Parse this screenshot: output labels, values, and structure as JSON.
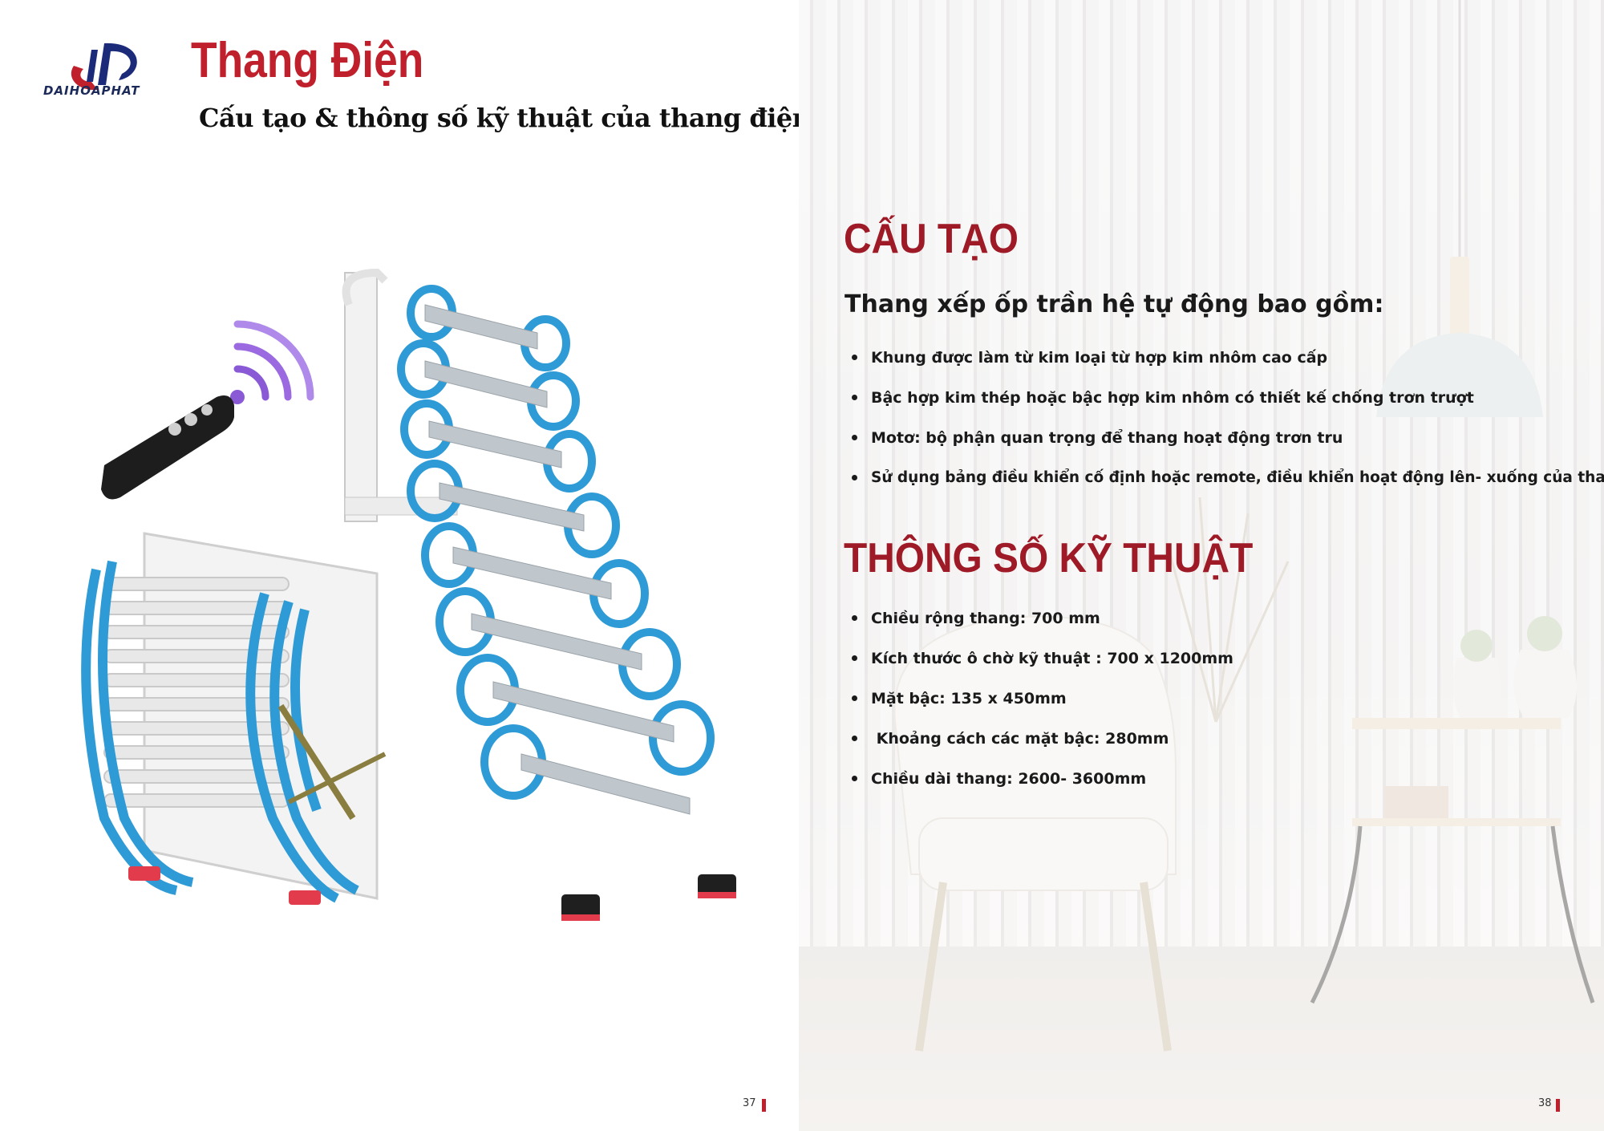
{
  "brand": {
    "logo_text": "DAIHOAPHAT"
  },
  "header": {
    "title": "Thang Điện",
    "subtitle": "Cấu tạo & thông số kỹ thuật của thang điện"
  },
  "structure": {
    "heading": "CẤU TẠO",
    "lead": "Thang xếp ốp trần hệ tự động bao gồm:",
    "items": [
      "Khung được làm từ kim loại từ hợp kim nhôm cao cấp",
      "Bậc hợp kim thép hoặc bậc hợp kim nhôm có thiết kế chống trơn trượt",
      "Motơ: bộ phận quan trọng để thang hoạt động trơn tru",
      "Sử dụng bảng điều khiển cố định hoặc remote, điều khiển hoạt động lên- xuống của thang"
    ]
  },
  "specs": {
    "heading": "THÔNG SỐ KỸ THUẬT",
    "items": [
      "Chiều rộng thang: 700 mm",
      "Kích thước ô chờ kỹ thuật : 700 x 1200mm",
      "Mặt bậc: 135 x 450mm",
      " Khoảng cách các mặt bậc: 280mm",
      "Chiều dài thang: 2600- 3600mm"
    ]
  },
  "pages": {
    "left": "37",
    "right": "38"
  },
  "colors": {
    "accent": "#c0202c",
    "heading": "#9d1a26",
    "ladder": "#2f9bd6"
  }
}
